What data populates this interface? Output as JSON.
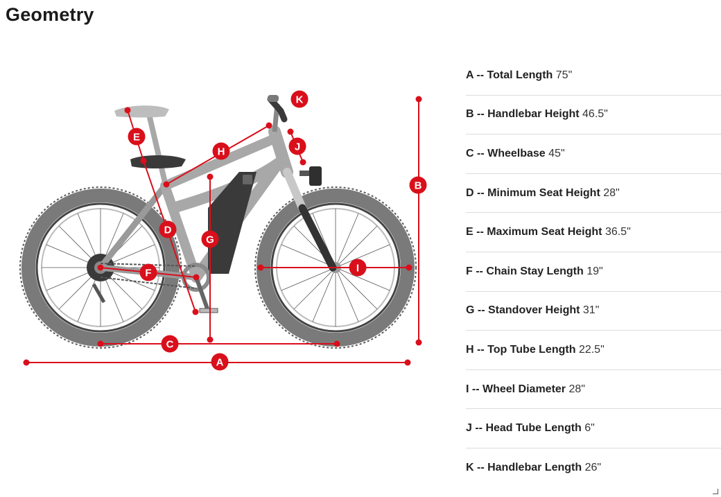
{
  "title": "Geometry",
  "colors": {
    "accent": "#d90f1b",
    "frame": "#a8a8a8",
    "tire": "#7a7a7a",
    "dark": "#333333",
    "divider": "#dcdcdc"
  },
  "markers": [
    "A",
    "B",
    "C",
    "D",
    "E",
    "F",
    "G",
    "H",
    "I",
    "J",
    "K"
  ],
  "specs": [
    {
      "key": "A",
      "label": "A -- Total Length",
      "value": "75\""
    },
    {
      "key": "B",
      "label": "B -- Handlebar Height",
      "value": "46.5\""
    },
    {
      "key": "C",
      "label": "C -- Wheelbase",
      "value": "45\""
    },
    {
      "key": "D",
      "label": "D -- Minimum Seat Height",
      "value": "28\""
    },
    {
      "key": "E",
      "label": "E -- Maximum Seat Height",
      "value": "36.5\""
    },
    {
      "key": "F",
      "label": "F -- Chain Stay Length",
      "value": "19\""
    },
    {
      "key": "G",
      "label": "G -- Standover Height",
      "value": "31\""
    },
    {
      "key": "H",
      "label": "H -- Top Tube Length",
      "value": "22.5\""
    },
    {
      "key": "I",
      "label": "I -- Wheel Diameter",
      "value": "28\""
    },
    {
      "key": "J",
      "label": "J -- Head Tube Length",
      "value": "6\""
    },
    {
      "key": "K",
      "label": "K -- Handlebar Length",
      "value": "26\""
    }
  ]
}
